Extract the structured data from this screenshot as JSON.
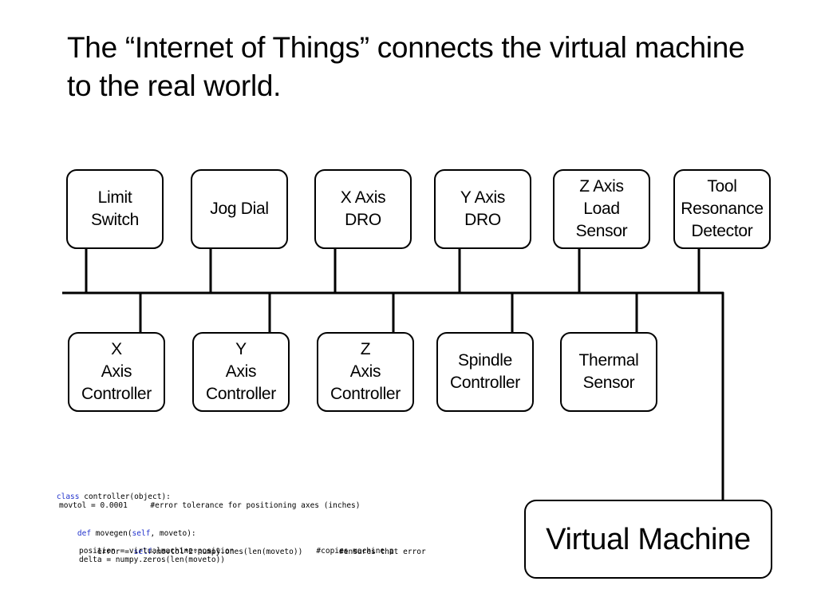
{
  "title": "The “Internet of Things” connects the virtual machine to the real world.",
  "top_nodes": [
    {
      "id": "limit-switch",
      "label": "Limit\nSwitch"
    },
    {
      "id": "jog-dial",
      "label": "Jog Dial"
    },
    {
      "id": "x-axis-dro",
      "label": "X Axis\nDRO"
    },
    {
      "id": "y-axis-dro",
      "label": "Y Axis\nDRO"
    },
    {
      "id": "z-axis-load-sensor",
      "label": "Z Axis\nLoad\nSensor"
    },
    {
      "id": "tool-resonance-detector",
      "label": "Tool\nResonance\nDetector"
    }
  ],
  "bottom_nodes": [
    {
      "id": "x-axis-controller",
      "label": "X\nAxis\nController"
    },
    {
      "id": "y-axis-controller",
      "label": "Y\nAxis\nController"
    },
    {
      "id": "z-axis-controller",
      "label": "Z\nAxis\nController"
    },
    {
      "id": "spindle-controller",
      "label": "Spindle\nController"
    },
    {
      "id": "thermal-sensor",
      "label": "Thermal\nSensor"
    }
  ],
  "virtual_machine": {
    "label": "Virtual Machine"
  },
  "code": {
    "line1_kw": "class",
    "line1_rest": " controller(object):",
    "line2": "movtol = 0.0001     #error tolerance for positioning axes (inches)",
    "line3_kw": "def",
    "line3_mid": " movegen(",
    "line3_self": "self",
    "line3_rest": ", moveto):",
    "line4_pre": "error = ",
    "line4_self": "self",
    "line4_rest": ".movtol*2*numpy.ones(len(moveto))        #ensures that error",
    "line5": "position = virtualmachine.position                  #copies machine p",
    "line6": "delta = numpy.zeros(len(moveto))"
  }
}
